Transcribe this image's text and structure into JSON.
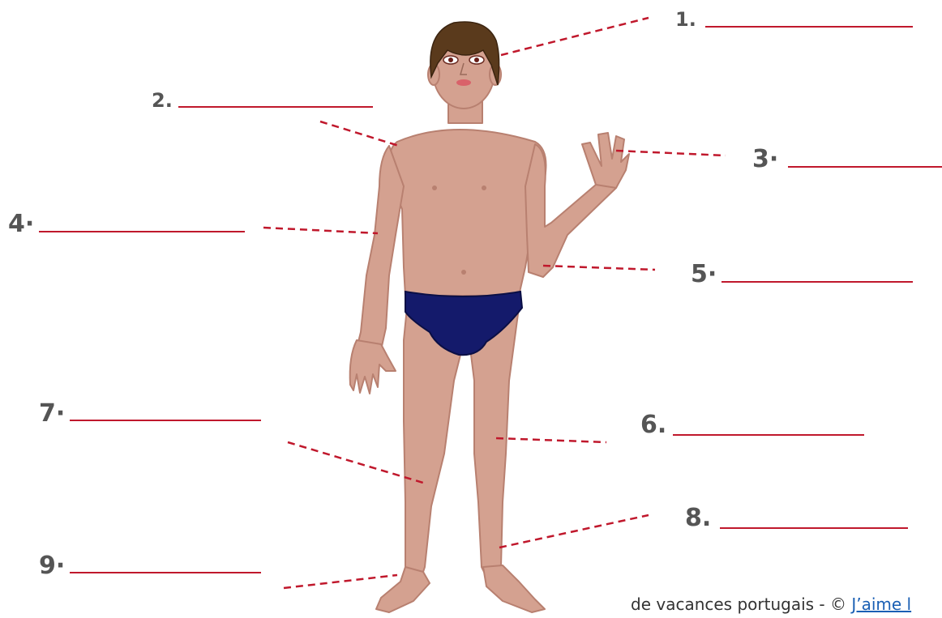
{
  "labels": [
    {
      "number": "1."
    },
    {
      "number": "2."
    },
    {
      "number": "3·"
    },
    {
      "number": "4·"
    },
    {
      "number": "5·"
    },
    {
      "number": "6."
    },
    {
      "number": "7·"
    },
    {
      "number": "8."
    },
    {
      "number": "9·"
    }
  ],
  "footer": {
    "text": "de vacances portugais - © ",
    "link_text": "J’aime l"
  },
  "colors": {
    "leader_line": "#c0182c",
    "label_text": "#555555",
    "skin": "#d4a190",
    "skin_outline": "#b88070",
    "briefs": "#141a6b",
    "hair": "#5a3a1c"
  }
}
